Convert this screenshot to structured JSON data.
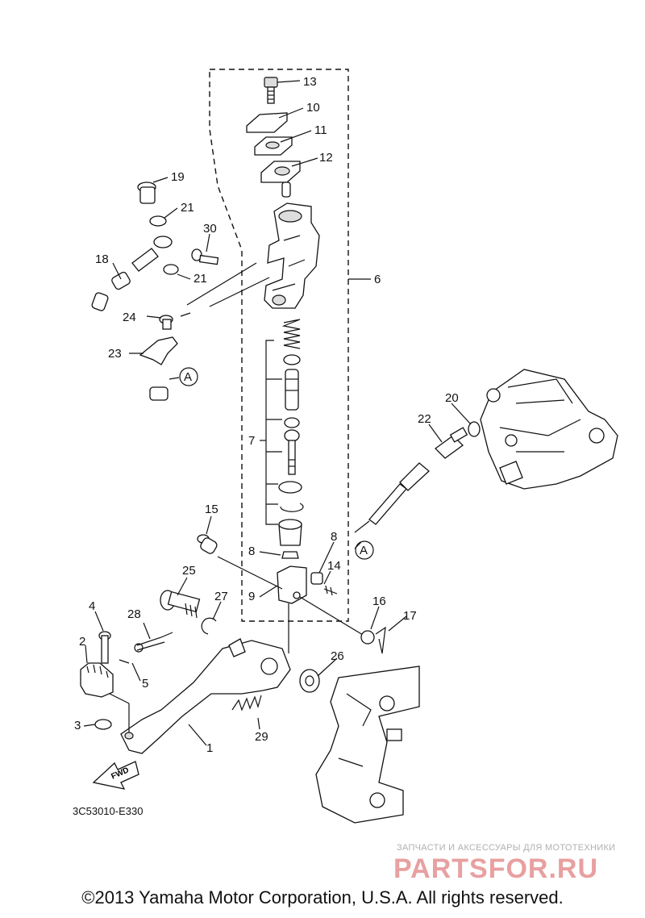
{
  "callouts": [
    "13",
    "10",
    "11",
    "12",
    "19",
    "21",
    "30",
    "18",
    "21",
    "6",
    "24",
    "23",
    "A",
    "20",
    "22",
    "7",
    "15",
    "8",
    "8",
    "14",
    "25",
    "9",
    "27",
    "28",
    "16",
    "17",
    "4",
    "2",
    "5",
    "26",
    "3",
    "29",
    "1",
    "A"
  ],
  "fwd_label": "FWD",
  "diagram_code": "3C53010-E330",
  "watermark": {
    "tagline": "ЗАПЧАСТИ И АКСЕССУАРЫ ДЛЯ МОТОТЕХНИКИ",
    "brand": "PARTSFOR.RU"
  },
  "copyright": "©2013 Yamaha Motor Corporation, U.S.A. All rights reserved.",
  "colors": {
    "line": "#111111",
    "watermark_brand": "#e8a0a0",
    "watermark_tagline": "#b0b0b0"
  }
}
